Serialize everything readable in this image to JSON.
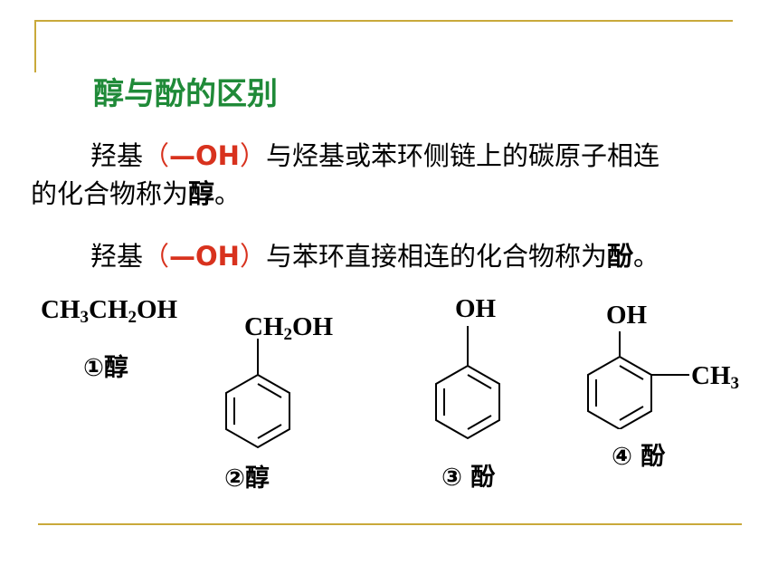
{
  "slide": {
    "title": "醇与酚的区别",
    "paragraph1": {
      "prefix": "羟基",
      "oh_open": "（",
      "oh_text": "—OH",
      "oh_close": "）",
      "middle": "与烃基或苯环侧链上的碳原子相连",
      "line2": "的化合物称为",
      "keyword": "醇",
      "end": "。"
    },
    "paragraph2": {
      "prefix": "羟基",
      "oh_open": "（",
      "oh_text": "—OH",
      "oh_close": "）",
      "middle": "与苯环直接相连的化合物称为",
      "keyword": "酚",
      "end": "。"
    },
    "molecules": [
      {
        "formula_parts": [
          "CH",
          "3",
          "CH",
          "2",
          "OH"
        ],
        "label": "①醇"
      },
      {
        "formula_parts": [
          "CH",
          "2",
          "OH"
        ],
        "label": "②醇"
      },
      {
        "formula": "OH",
        "label": "③ 酚"
      },
      {
        "formula": "OH",
        "substituent_parts": [
          "CH",
          "3"
        ],
        "label": "④ 酚"
      }
    ],
    "colors": {
      "title": "#1f8a38",
      "accent_red": "#d8321e",
      "decor_line": "#c9a93a"
    }
  }
}
